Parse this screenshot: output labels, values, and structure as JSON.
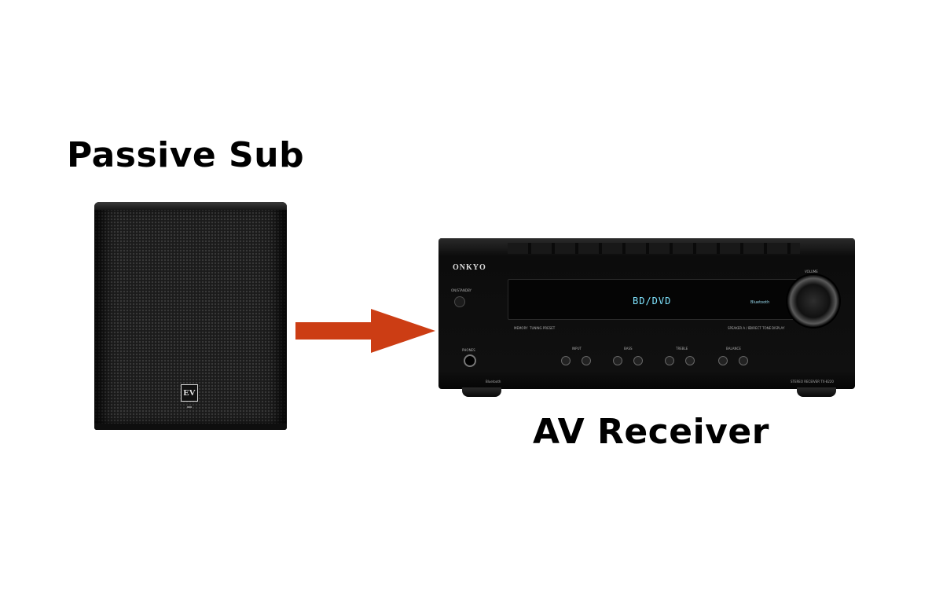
{
  "labels": {
    "left": "Passive Sub",
    "right": "AV Receiver"
  },
  "arrow": {
    "color": "#cc3d14",
    "direction": "right"
  },
  "subwoofer": {
    "logo": "EV",
    "icon": "passive-subwoofer-image"
  },
  "receiver": {
    "icon": "av-receiver-image",
    "brand": "ONKYO",
    "display": "BD/DVD",
    "model": "STEREO RECEIVER TX-8220",
    "small_labels": {
      "power": "ON/STANDBY",
      "phones": "PHONES",
      "volume": "VOLUME",
      "bluetooth": "Bluetooth",
      "input": "INPUT",
      "bass": "BASS",
      "treble": "TREBLE",
      "balance": "BALANCE",
      "memory": "MEMORY",
      "tuning": "TUNING PRESET",
      "speaker": "SPEAKER A / B",
      "direct": "DIRECT TONE",
      "display": "DISPLAY"
    }
  }
}
